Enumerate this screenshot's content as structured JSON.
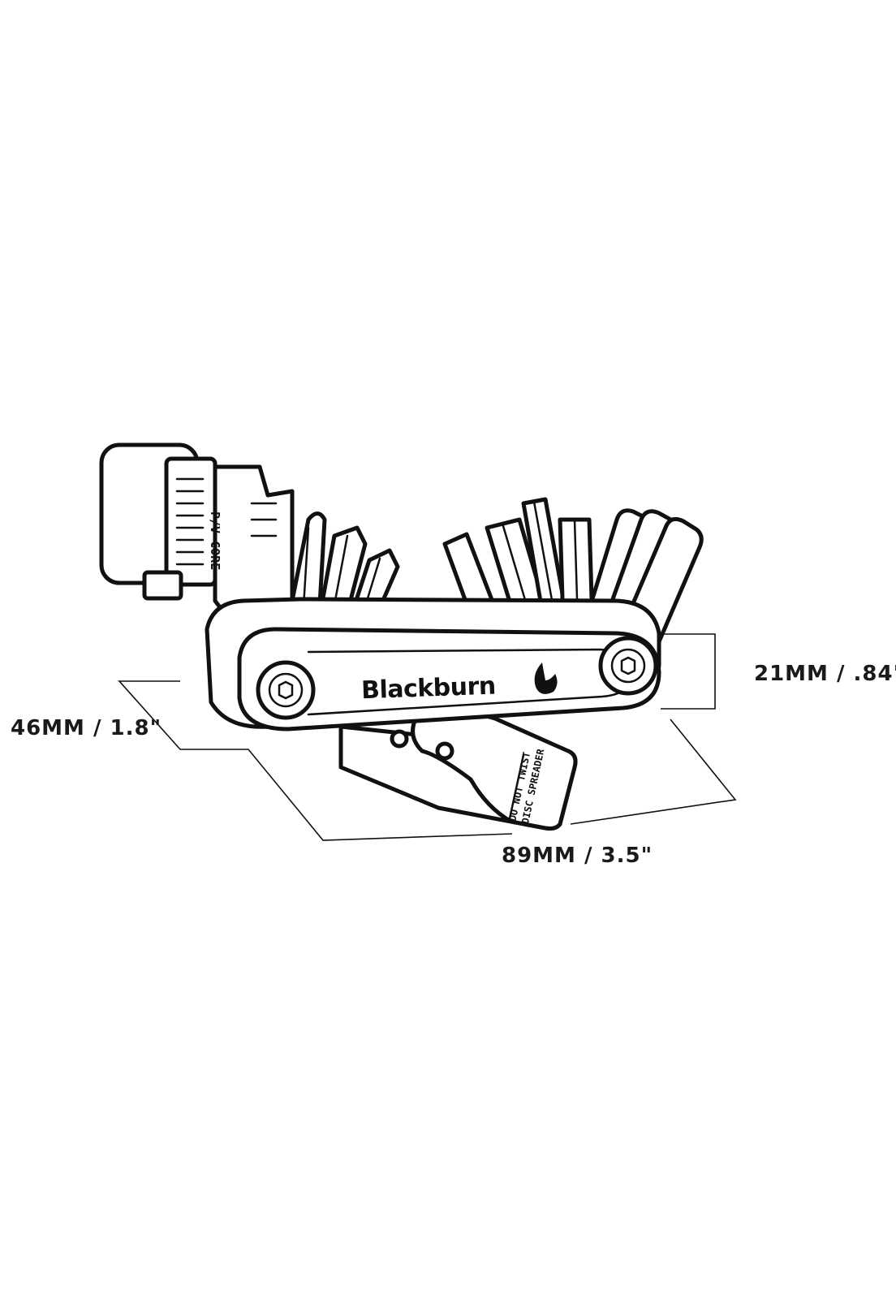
{
  "dimensions": {
    "height": "21MM / .84\"",
    "width": "46MM / 1.8\"",
    "length": "89MM / 3.5\""
  },
  "labels": {
    "brand": "Blackburn",
    "chain_tool": "P/V CORE",
    "lever_line1": "DO NOT TWIST",
    "lever_line2": "DISC SPREADER"
  },
  "colors": {
    "line": "#111111",
    "background": "#ffffff"
  }
}
